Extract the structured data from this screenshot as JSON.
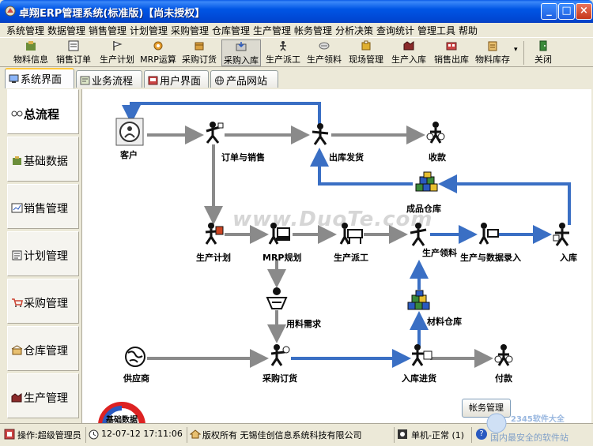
{
  "window": {
    "title": "卓翔ERP管理系统(标准版)【尚未授权】",
    "minimize": "_",
    "maximize": "□",
    "close": "×"
  },
  "menu": [
    "系统管理",
    "数据管理",
    "销售管理",
    "计划管理",
    "采购管理",
    "仓库管理",
    "生产管理",
    "帐务管理",
    "分析决策",
    "查询统计",
    "管理工具",
    "帮助"
  ],
  "toolbar": {
    "items": [
      "物料信息",
      "销售订单",
      "生产计划",
      "MRP运算",
      "采购订货",
      "采购入库",
      "生产派工",
      "生产领料",
      "现场管理",
      "生产入库",
      "销售出库",
      "物料库存",
      "关闭"
    ],
    "active_index": 5,
    "overflow_arrow": "▾"
  },
  "tabs": [
    "系统界面",
    "业务流程",
    "用户界面",
    "产品网站"
  ],
  "sidebar": [
    "总流程",
    "基础数据",
    "销售管理",
    "计划管理",
    "采购管理",
    "仓库管理",
    "生产管理"
  ],
  "flow": {
    "customer": "客户",
    "order_sales": "订单与销售",
    "shipping": "出库发货",
    "receipt": "收款",
    "finished_warehouse": "成品仓库",
    "production_plan": "生产计划",
    "mrp_plan": "MRP规划",
    "dispatch": "生产派工",
    "material_pick": "生产领料",
    "production_entry": "生产与数据录入",
    "warehouse_in": "入库",
    "material_demand": "用料需求",
    "material_warehouse": "材料仓库",
    "supplier": "供应商",
    "purchase": "采购订货",
    "stock_in_purchase": "入库进货",
    "payment": "付款",
    "basic_data_badge": "基础数据"
  },
  "watermark": "www.DuoTe.com",
  "account_button": "帐务管理",
  "status": {
    "operator": "操作:超级管理员",
    "datetime": "12-07-12 17:11:06",
    "copyright": "版权所有 无锡佳创信息系统科技有限公司",
    "mode": "单机-正常 (1)",
    "help": "?"
  },
  "brand": {
    "site": "2345软件大全",
    "slogan": "国内最安全的软件站"
  },
  "colors": {
    "flow_gray": "#8a8a8a",
    "flow_blue": "#3a6fc4",
    "title_bar": "#0055e5",
    "active_tab_accent": "#ffc83c"
  }
}
